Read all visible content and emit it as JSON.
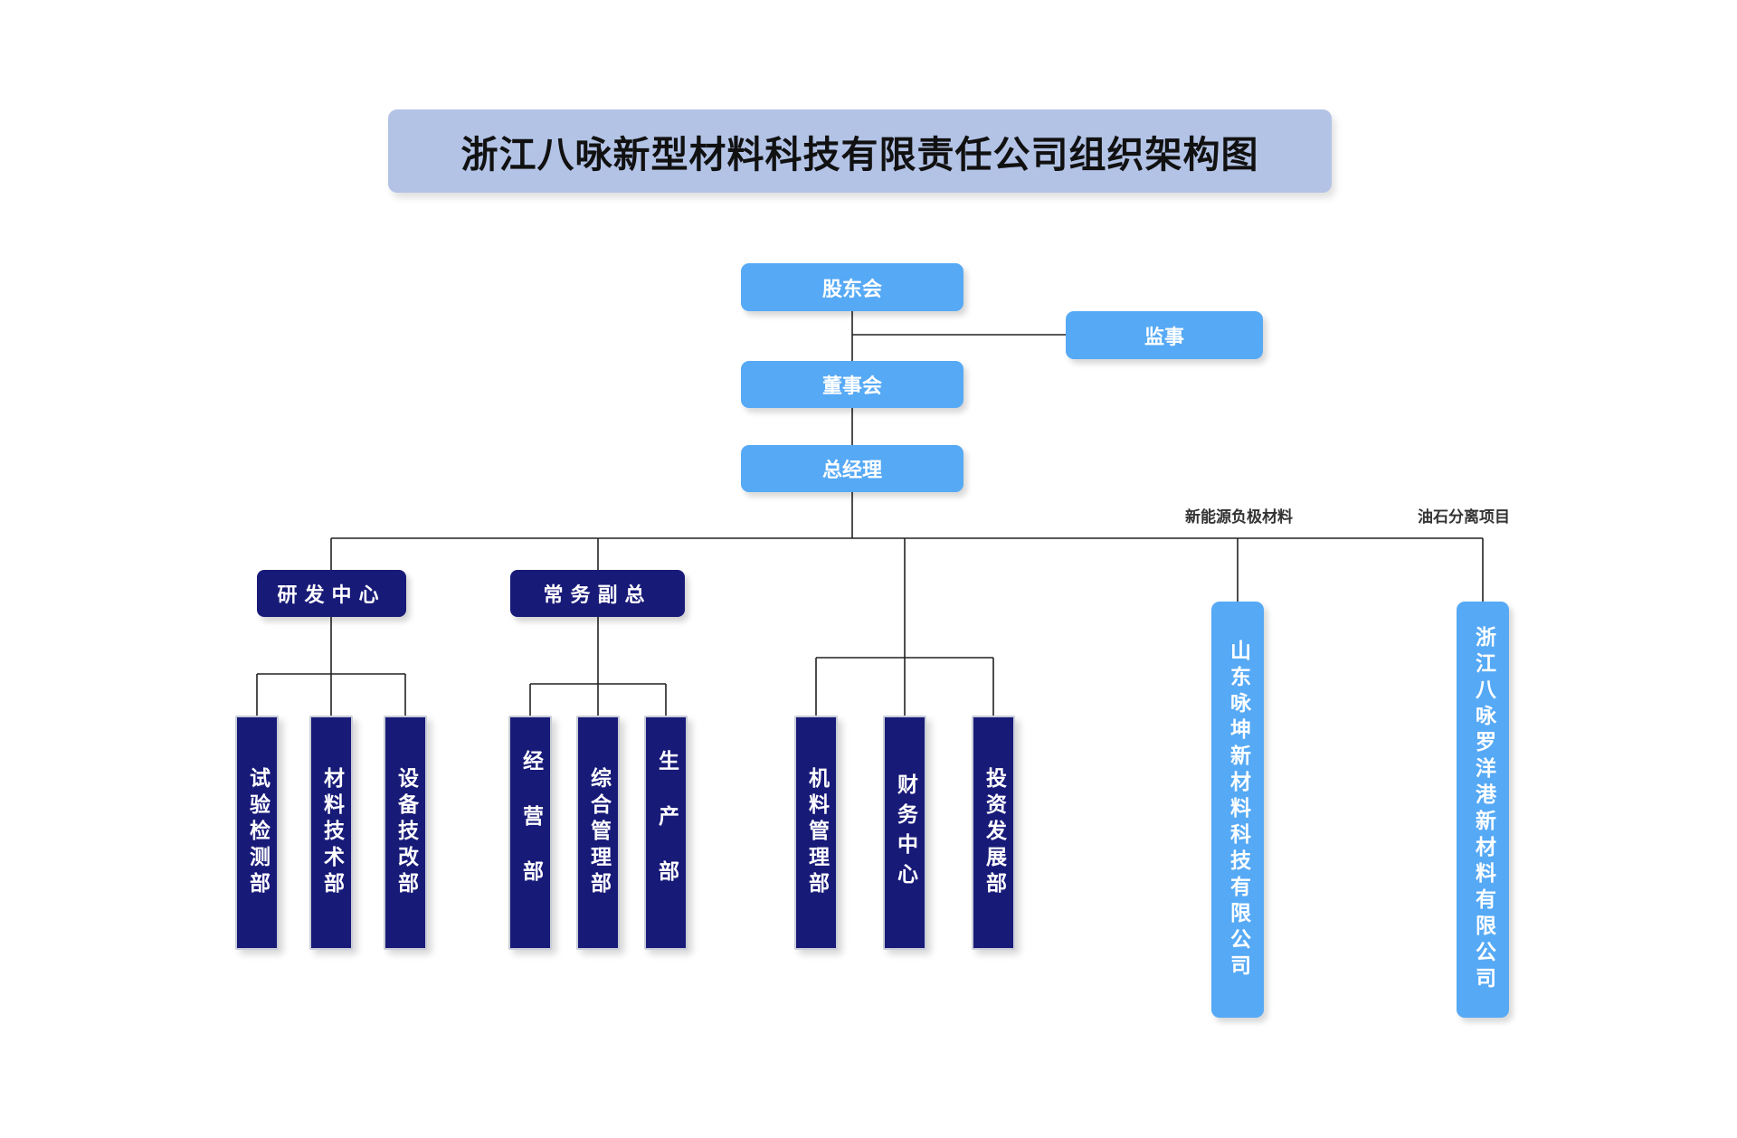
{
  "title": "浙江八咏新型材料科技有限责任公司组织架构图",
  "top": {
    "shareholders": "股东会",
    "supervisor": "监事",
    "board": "董事会",
    "gm": "总经理"
  },
  "branches": {
    "rd_center": "研发中心",
    "executive_vp": "常务副总"
  },
  "departments": {
    "testing": "试验检测部",
    "materials_tech": "材料技术部",
    "equipment": "设备技改部",
    "business": "经营部",
    "admin": "综合管理部",
    "production": "生产部",
    "machinery": "机料管理部",
    "finance": "财务中心",
    "investment": "投资发展部"
  },
  "subsidiaries": {
    "shandong_note": "新能源负极材料",
    "shandong": "山东咏坤新材料科技有限公司",
    "luoyang_note": "油石分离项目",
    "luoyang": "浙江八咏罗洋港新材料有限公司"
  },
  "colors": {
    "title_bg": "#b3c3e6",
    "light_blue": "#56a9f5",
    "navy": "#181a78",
    "line": "#222222"
  }
}
